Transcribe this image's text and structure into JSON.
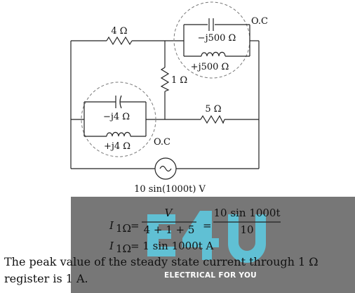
{
  "circuit": {
    "r_left_top": "4 Ω",
    "r_middle": "1 Ω",
    "r_right": "5 Ω",
    "cap_top": "−j500 Ω",
    "ind_top": "+j500 Ω",
    "cap_bottom": "−j4 Ω",
    "ind_bottom": "+j4 Ω",
    "oc_top": "O.C",
    "oc_bottom": "O.C",
    "source": "10 sin(1000t) V"
  },
  "solution": {
    "eq1": {
      "lhs": "I",
      "lhs_sub": "1Ω",
      "num1": "V",
      "den1": "4 + 1 + 5",
      "num2": "10 sin 1000t",
      "den2": "10"
    },
    "eq2": {
      "lhs": "I",
      "lhs_sub": "1Ω",
      "rhs": "= 1 sin 1000t A"
    },
    "conclusion_line1": "The peak value of the steady state current through 1 Ω",
    "conclusion_line2": "register is 1 A."
  },
  "watermark": {
    "logo_text": "E4U",
    "tagline": "ELECTRICAL FOR YOU",
    "colors": {
      "band": "#6b6b6b",
      "logo": "#5ec9df",
      "tagline": "#ffffff"
    }
  }
}
